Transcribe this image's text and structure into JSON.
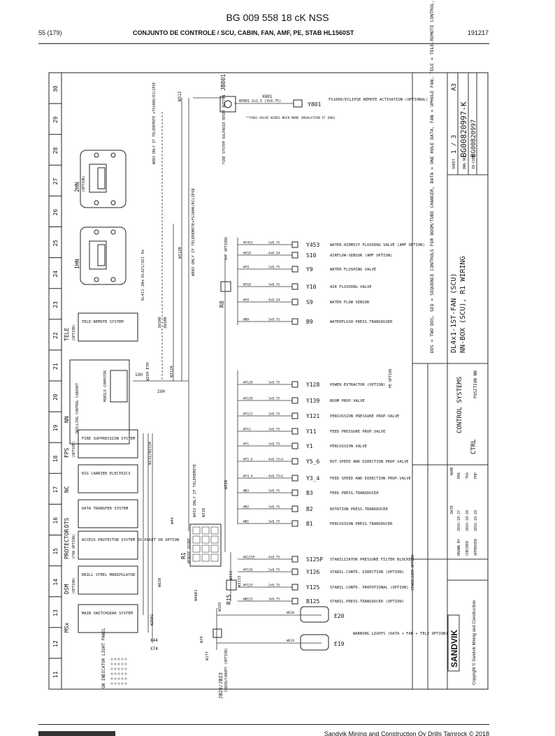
{
  "header": {
    "doc_number": "BG 009 558 18 cK NSS",
    "page": "55 (179)",
    "description": "CONJUNTO DE CONTROLE / SCU, CABIN, FAN, AMF, PE, STAB HL1560ST",
    "date": "191217"
  },
  "footer": {
    "copyright": "Sandvik Mining and Construction Oy Drills Tamrock © 2018"
  },
  "drawing": {
    "columns": [
      "11",
      "12",
      "13",
      "14",
      "15",
      "16",
      "17",
      "18",
      "19",
      "20",
      "21",
      "22",
      "23",
      "24",
      "25",
      "26",
      "27",
      "28",
      "29",
      "30"
    ],
    "left_boxes": [
      {
        "code": "MSx",
        "sub": "",
        "label": "MAIN SWITCHGEAR SYSTEM"
      },
      {
        "code": "DSM",
        "sub": "(OPTION)",
        "label": "DRILL STEEL MANIPULATOR"
      },
      {
        "code": "PROTECTOR",
        "sub": "(FAN OPTION)",
        "label": "ACCESS PROTECTOR SYSTEM EU-PAKET OR OPTION"
      },
      {
        "code": "DTS",
        "sub": "",
        "label": "DATA TRANSFER SYSTEM"
      },
      {
        "code": "NC",
        "sub": "",
        "label": "RIG CARRIER ELECTRICS"
      },
      {
        "code": "FPS",
        "sub": "(OPTION)",
        "label": "FIRE SUPPRESSION SYSTEM"
      },
      {
        "code": "NN",
        "sub": "",
        "label": "DRILLING CONTROL CABINET"
      },
      {
        "code": "TELE",
        "sub": "(OPTION)",
        "label": "TELE-REMOTE SYSTEM"
      }
    ],
    "sub_labels": {
      "mobile_computer": "MOBILE COMPUTER",
      "hn1": "1HN",
      "hn2": "2HN",
      "hn_option": "(OPTION)",
      "indicator_panel": "QN INDICATOR LIGHT PANEL",
      "jb801": "JB801",
      "jb20": "JB20/JB23",
      "jb20_sub": "CABIN/CANOPY (OPTION)",
      "r1": "R1",
      "r1_sub": "REMOTE DIODE",
      "r8": "R8",
      "r15": "R15",
      "fire_reset": "FIRE SYSTEM SOLENOID RESET BUTTON",
      "amf_option": "AMF OPTIONS",
      "pe_option": "PE OPTION",
      "stab_option": "STABILIZER OPTION"
    },
    "wires": [
      {
        "id": "W312",
        "text": "W312"
      },
      {
        "id": "W312A",
        "text": "W312A"
      },
      {
        "id": "W312B",
        "text": "W312B"
      },
      {
        "id": "W802",
        "text": "W802  ONLY IF TELEREMOTE+FS1000/ECLIPSE"
      },
      {
        "id": "W803",
        "text": "W803  ONLY IF TELEREMOTE +FS1000/ECLIPSE"
      },
      {
        "id": "W328",
        "text": "W328"
      },
      {
        "id": "W310",
        "text": "W310"
      },
      {
        "id": "W453",
        "text": "W453  ONLY IF TELEREMOTE"
      },
      {
        "id": "W44",
        "text": "W44"
      },
      {
        "id": "W313",
        "text": "W313"
      },
      {
        "id": "W628",
        "text": "W628"
      },
      {
        "id": "W4601",
        "text": "W4601"
      },
      {
        "id": "W2601",
        "text": "W2601"
      },
      {
        "id": "W74",
        "text": "W74"
      },
      {
        "id": "W329",
        "text": "W329"
      },
      {
        "id": "W177",
        "text": "W177"
      },
      {
        "id": "W3115",
        "text": "W3115"
      },
      {
        "id": "W299",
        "text": "W299 ETH"
      },
      {
        "id": "W232",
        "text": "W232/W232A"
      },
      {
        "id": "DL411",
        "text": "DL411 20m DL421/421 5m"
      },
      {
        "id": "1W100",
        "text": "1W100"
      },
      {
        "id": "2W100",
        "text": "2W100"
      },
      {
        "id": "X44",
        "text": "X44"
      },
      {
        "id": "X74",
        "text": "X74"
      },
      {
        "id": "X801",
        "text": "X801"
      },
      {
        "id": "1XH",
        "text": "1XH"
      },
      {
        "id": "2XH",
        "text": "2XH"
      }
    ],
    "top_note": {
      "code": "Y801",
      "text": "FS1000/ECLIPSE REMOTE ACTIVATION (OPTIONAL)",
      "wire": "WY801 2x1.5 (3x0.75)",
      "remark": "**Y801 VALVE WIRES NEED MORE INSULATION IF X801"
    },
    "components": [
      {
        "wire": "WY453",
        "size": "2x0.75",
        "code": "Y453",
        "desc": "WATER-AIRMIST FLUSHING VALVE (AMF OPTION)"
      },
      {
        "wire": "WS10",
        "size": "4x0.34",
        "code": "S10",
        "desc": "AIRFLOW-SENSOR (AMF OPTION)"
      },
      {
        "wire": "WY9",
        "size": "2x0.75",
        "code": "Y9",
        "desc": "WATER FLUSHING VALVE"
      },
      {
        "wire": "WY10",
        "size": "3x0.75",
        "code": "Y10",
        "desc": "AIR FLUSHING VALVE"
      },
      {
        "wire": "WS9",
        "size": "4x0.34",
        "code": "S9",
        "desc": "WATER FLOW SENSOR"
      },
      {
        "wire": "WB9",
        "size": "3x0.75",
        "code": "B9",
        "desc": "WATERFLUSH PRESS.TRANSDUSER"
      },
      {
        "wire": "WY128",
        "size": "3x0.75",
        "code": "Y128",
        "desc": "POWER EXTRACTOR (OPTION)"
      },
      {
        "wire": "WY139",
        "size": "3x0.75",
        "code": "Y139",
        "desc": "BOOM PROP.VALVE"
      },
      {
        "wire": "WY121",
        "size": "3x0.75",
        "code": "Y121",
        "desc": "PERCUSSION PRESSURE PROP.VALVE"
      },
      {
        "wire": "WY11",
        "size": "3x0.75",
        "code": "Y11",
        "desc": "FEED PRESSURE PROP.VALVE"
      },
      {
        "wire": "WY1",
        "size": "3x0.75",
        "code": "Y1",
        "desc": "PERCUSSION VALVE"
      },
      {
        "wire": "WY5_6",
        "size": "4x0.75+C",
        "code": "Y5_6",
        "desc": "ROT.SPEED AND DIRECTION PROP.VALVE"
      },
      {
        "wire": "WY3_4",
        "size": "4x0.75+C",
        "code": "Y3_4",
        "desc": "FEED SPEED AND DIRECTION PROP.VALVE"
      },
      {
        "wire": "WB3",
        "size": "3x0.75",
        "code": "B3",
        "desc": "FEED PRESS.TRANSDUCER"
      },
      {
        "wire": "WB2",
        "size": "3x0.75",
        "code": "B2",
        "desc": "ROTATION PRESS.TRANSDUCER"
      },
      {
        "wire": "WB1",
        "size": "3x0.75",
        "code": "B1",
        "desc": "PERCUSSION PRESS.TRANSDUCER"
      },
      {
        "wire": "WS125P",
        "size": "4x0.75",
        "code": "S125P",
        "desc": "STABILIZATOR PRESSURE FILTER BLOCKED"
      },
      {
        "wire": "WY126",
        "size": "2x0.75",
        "code": "Y126",
        "desc": "STABIL.CONTR. DIRECTION (OPTION)"
      },
      {
        "wire": "WY125",
        "size": "2x0.75",
        "code": "Y125",
        "desc": "STABIL.CONTR. PROPOTIONAL (OPTION)"
      },
      {
        "wire": "WB125",
        "size": "3x0.75",
        "code": "B125",
        "desc": "STABIL.PRESS.TRANSDUCER (OPTION)"
      }
    ],
    "lights": {
      "e20": "E20",
      "e19": "E19",
      "wires": [
        "WE20",
        "WE19"
      ],
      "desc": "WARNING LIGHTS (DATA + FAN + TELE OPTION)"
    },
    "title_block": {
      "legend": "DOS = TWO DOS, SEQ = SEQUENCE CONTROLS FOR BOOM/TUBE CHANGER, DATA = ONE HOLE DATA, FAN = UPHOLE FAN, TELE = TELE-REMOTE CONTROL, AMF = AIR MIST FLUSHING",
      "title1": "DL4x1-1ST-FAN (SCU)",
      "title2": "NN-BOX (SCU), R1 WIRING",
      "sheet": "1 / 3",
      "size": "A3",
      "dwg_no": "BG00820997-K",
      "id_code": "BG00820997",
      "dept": "CONTROL SYSTEMS",
      "ctrl": "CTRL",
      "position": "POSITION NN",
      "drawn": "2016-10-27",
      "checked": "2016-10-28",
      "approved": "2016-10-29",
      "names": [
        "ERA",
        "TKA",
        "PHP"
      ],
      "roles": [
        "DRAWN BY",
        "CHECKED",
        "APPROVED"
      ],
      "col_dates": "DATE",
      "col_names": "NAME",
      "sheet_lbl": "SHEET",
      "dwg_lbl": "DWG NO",
      "id_lbl": "ID-CODE",
      "logo": "SANDVIK",
      "company": "Copyright © Sandvik Mining and Construction"
    }
  }
}
